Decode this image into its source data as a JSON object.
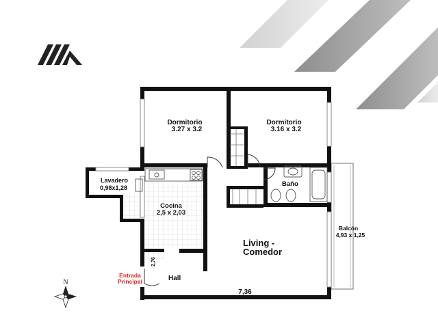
{
  "rooms": {
    "dormitorio_1": {
      "name": "Dormitorio",
      "size": "3.27 x 3.2"
    },
    "dormitorio_2": {
      "name": "Dormitorio",
      "size": "3.16 x 3.2"
    },
    "lavadero": {
      "name": "Lavadero",
      "size": "0,98x1,28"
    },
    "cocina": {
      "name": "Cocina",
      "size": "2,5 x 2,03"
    },
    "bano": {
      "name": "Baño"
    },
    "balcon": {
      "name": "Balcón",
      "size": "4,93 x 1,25"
    },
    "living": {
      "line1": "Living -",
      "line2": "Comedor"
    },
    "hall": {
      "name": "Hall"
    }
  },
  "entrance": {
    "line1": "Entrada",
    "line2": "Principal"
  },
  "dimensions": {
    "total_width": "7,36",
    "hall_width": "2,76"
  },
  "compass": {
    "north_label": "N"
  },
  "colors": {
    "wall": "#111111",
    "entrance": "#e01b1b",
    "stripes": "#9a9a9a"
  }
}
